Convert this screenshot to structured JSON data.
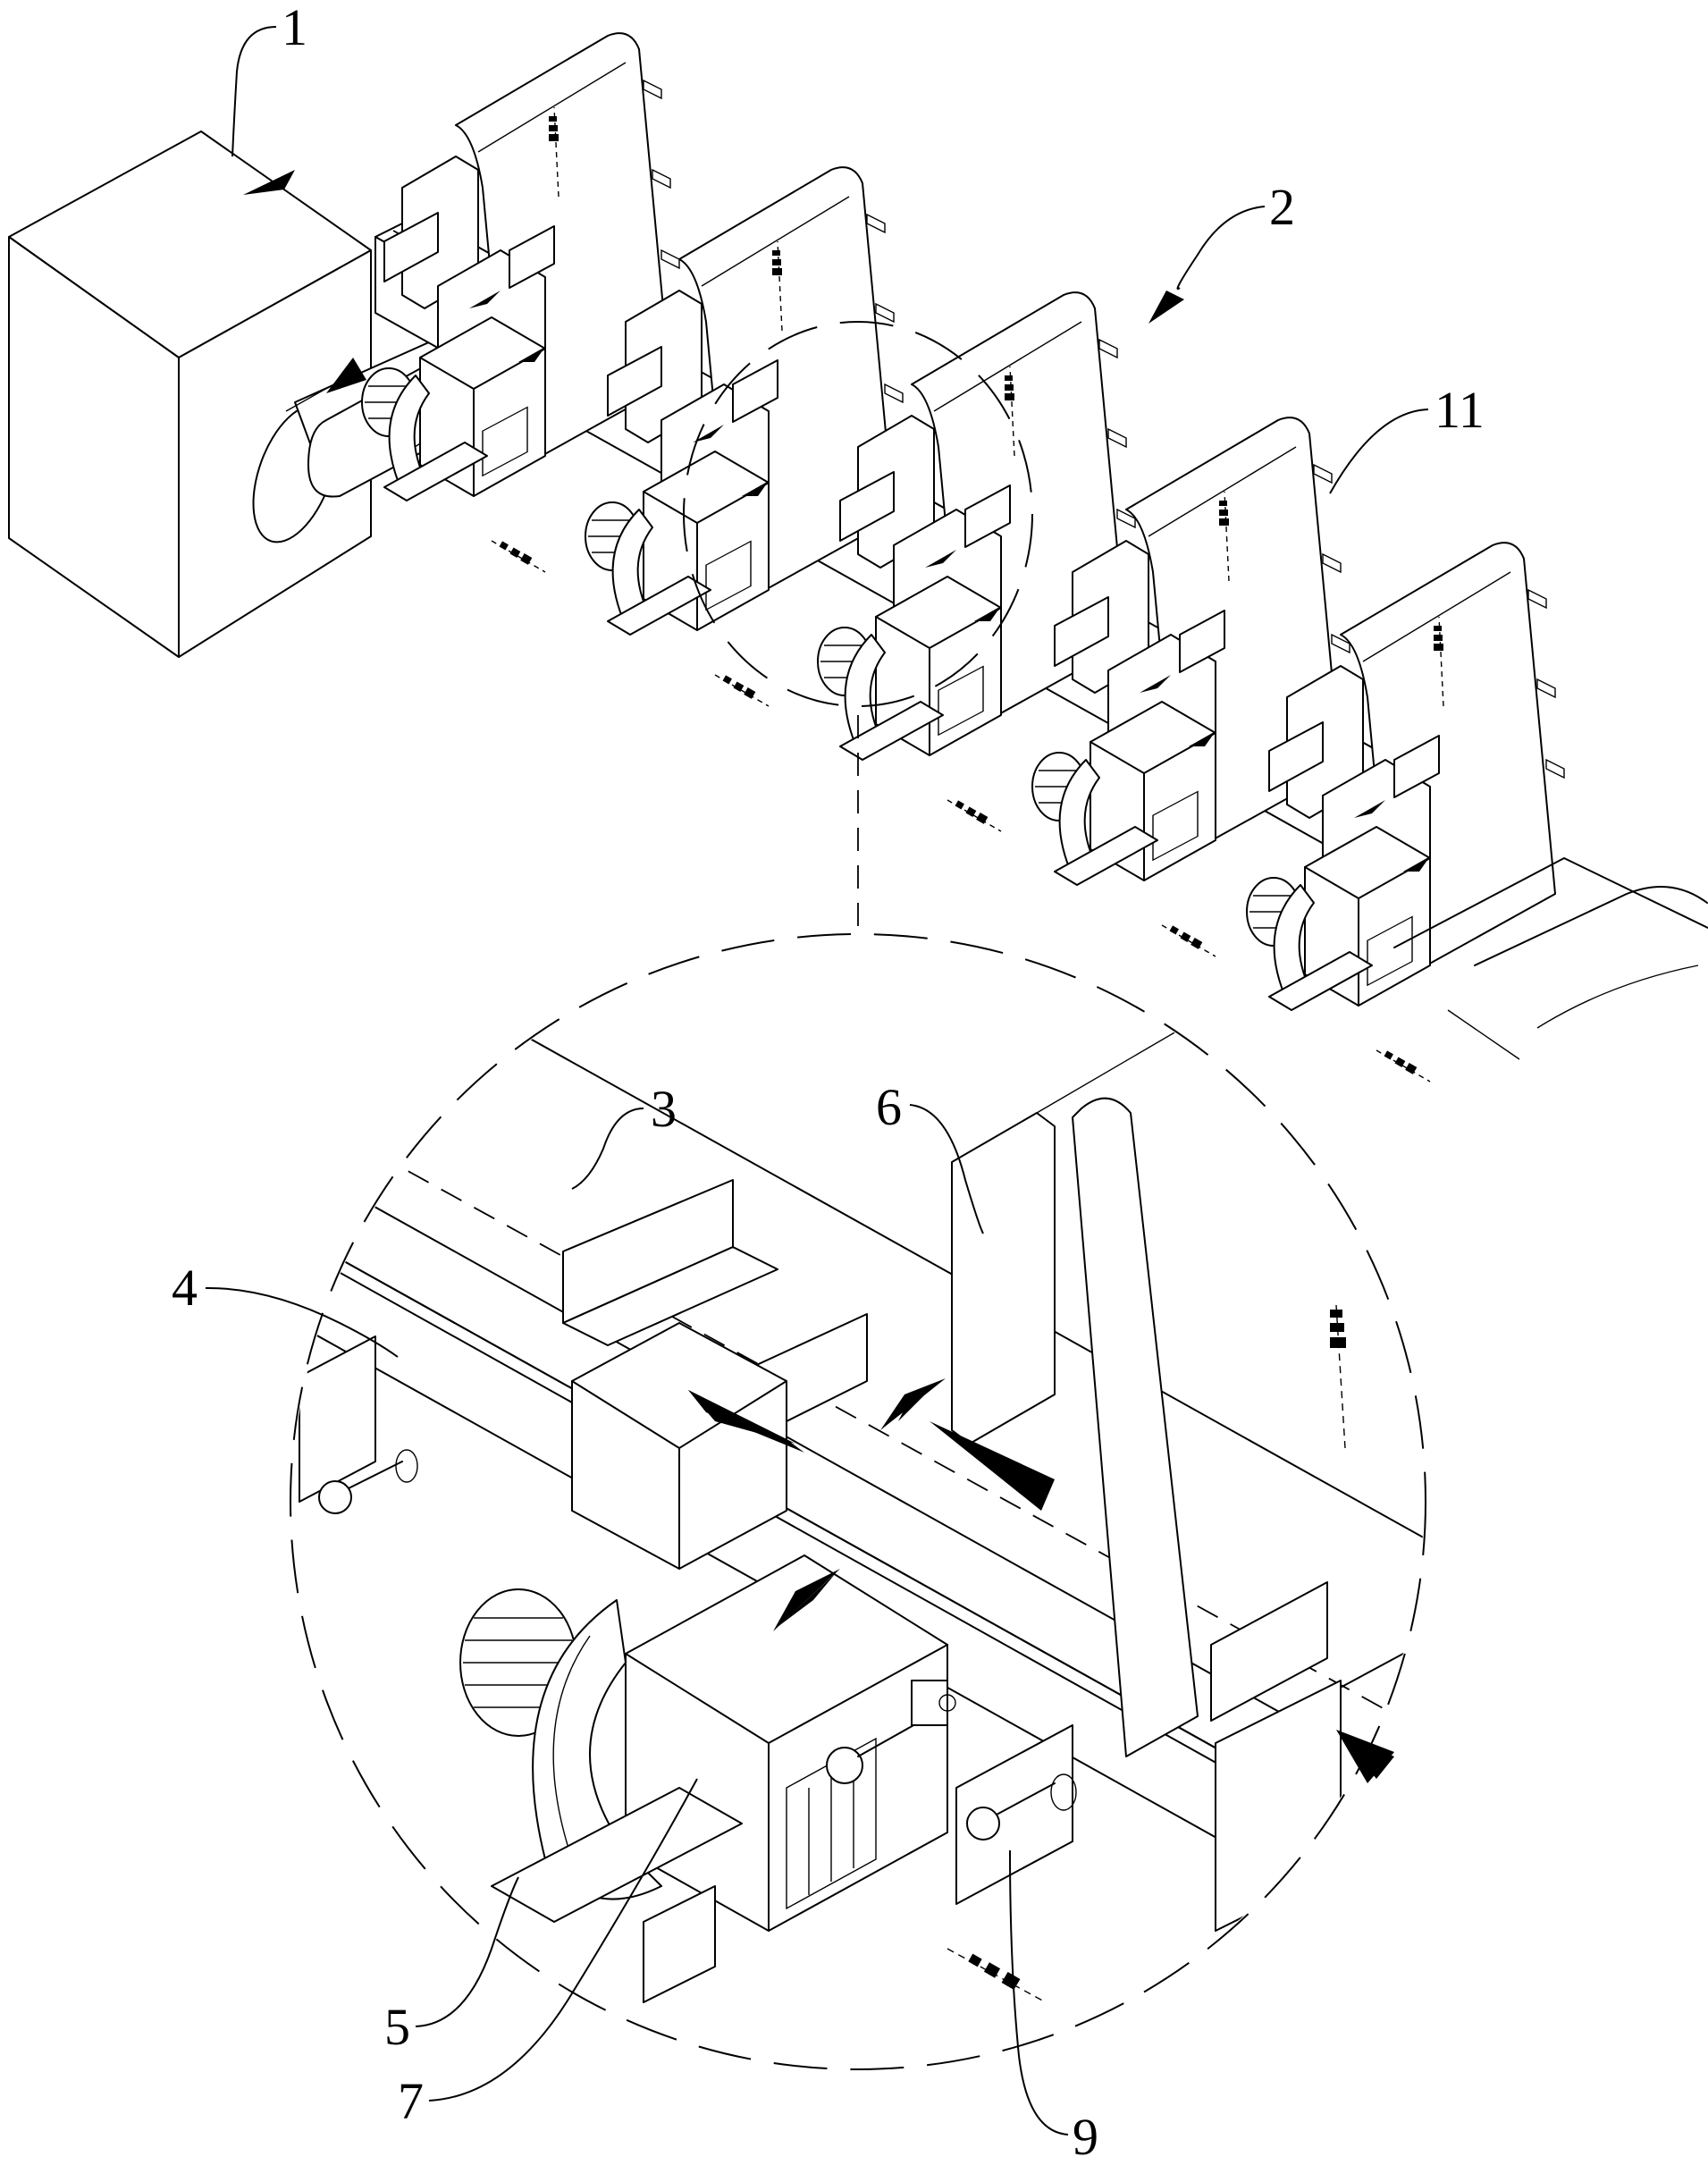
{
  "figure": {
    "type": "isometric patent drawing with enlarged detail view",
    "detail_view": "dashed circle enlarging one dryer module"
  },
  "callouts": {
    "c1": "1",
    "c2": "2",
    "c11": "11",
    "c3": "3",
    "c4": "4",
    "c5": "5",
    "c6": "6",
    "c7": "7",
    "c9": "9"
  },
  "flow_arrows": {
    "style": "solid black arrowheads for airflow; dashed stepped arrows for material flow"
  },
  "colors": {
    "line": "#000000",
    "background": "#ffffff"
  }
}
